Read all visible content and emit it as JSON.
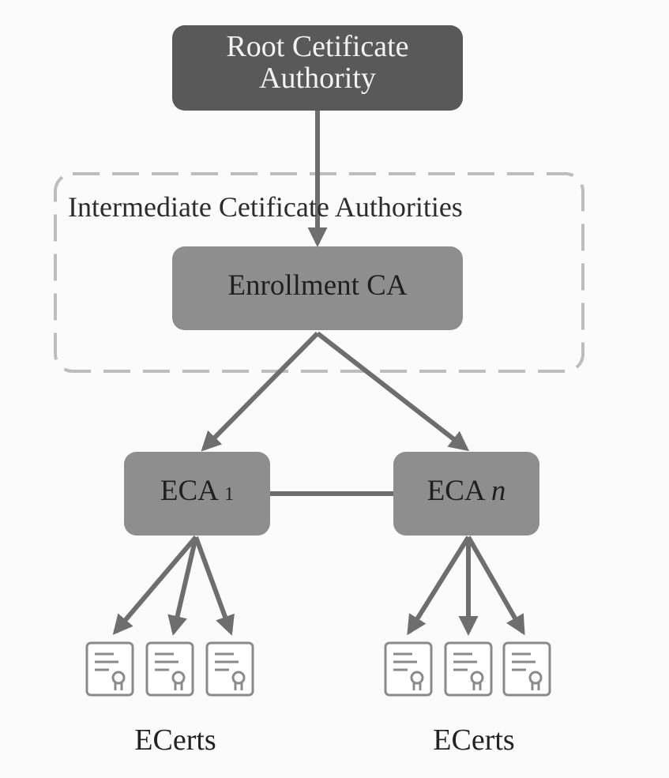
{
  "root": {
    "line1": "Root Cetificate",
    "line2": "Authority"
  },
  "intermediate_group": {
    "label": "Intermediate Cetificate Authorities"
  },
  "enrollment_ca": {
    "label": "Enrollment CA"
  },
  "eca_left": {
    "prefix": "ECA",
    "index": "1"
  },
  "eca_right": {
    "prefix": "ECA",
    "index": "n"
  },
  "ecerts_left": {
    "label": "ECerts"
  },
  "ecerts_right": {
    "label": "ECerts"
  },
  "colors": {
    "root_fill": "#595959",
    "node_fill": "#8e8e8e",
    "edge": "#6e6e6e",
    "group_border": "#bdbdbd"
  },
  "icons": [
    "certificate-icon"
  ]
}
